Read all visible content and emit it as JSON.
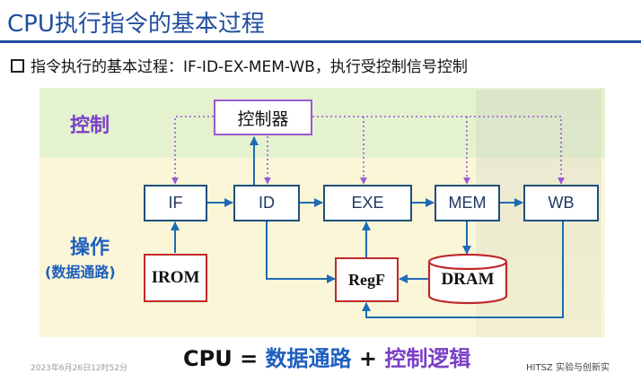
{
  "title": "CPU执行指令的基本过程",
  "bullet": "指令执行的基本过程：IF-ID-EX-MEM-WB，执行受控制信号控制",
  "sections": {
    "control": "控制",
    "operation": "操作",
    "datapath_paren": "(数据通路)"
  },
  "boxes": {
    "controller": "控制器",
    "if": "IF",
    "id": "ID",
    "exe": "EXE",
    "mem": "MEM",
    "wb": "WB",
    "irom": "IROM",
    "regf": "RegF",
    "dram": "DRAM"
  },
  "formula": {
    "cpu": "CPU",
    "eq": "=",
    "datapath": "数据通路",
    "plus": "+",
    "control_logic": "控制逻辑"
  },
  "footer": {
    "timestamp": "2023年6月26日12时52分",
    "logo": "HITSZ 实验与创新实"
  },
  "colors": {
    "title": "#1f4e9c",
    "control_label": "#7b3fc6",
    "operation_label": "#1f5fbd",
    "stage_border": "#1f4e79",
    "controller_border": "#9b59d0",
    "storage_border": "#c0292b",
    "arrow_blue": "#1f6bb5",
    "arrow_purple": "#9b59d0"
  }
}
